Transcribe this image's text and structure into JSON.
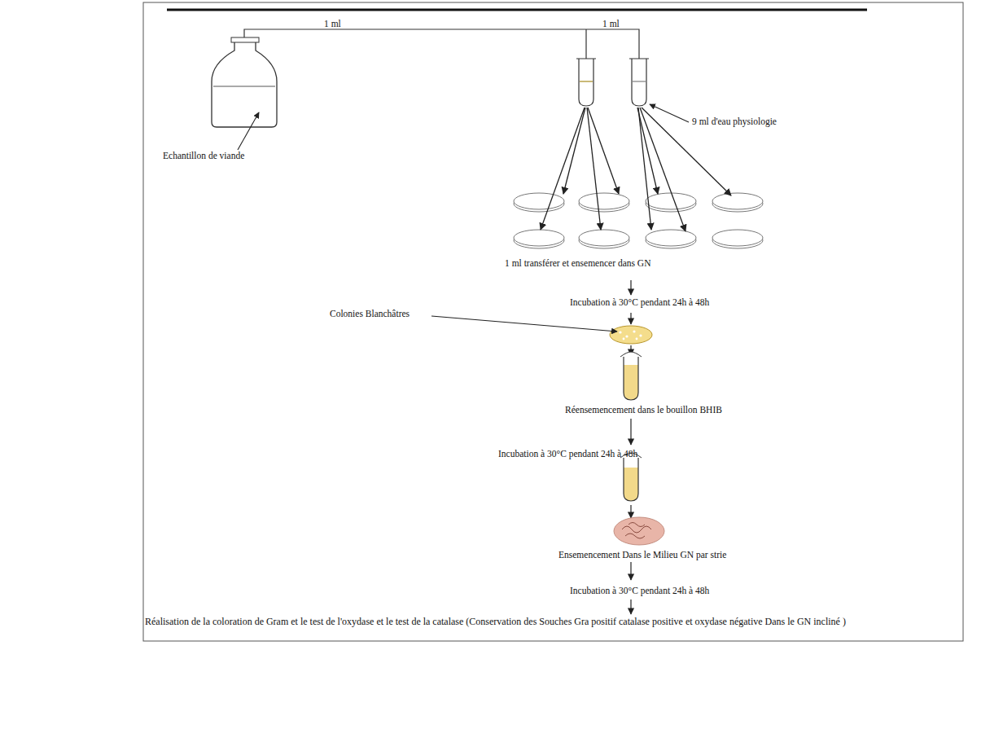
{
  "diagram": {
    "labels": [
      "1 ml",
      "1 ml",
      "Echantillon de viande",
      "9 ml d'eau physiologie",
      "1 ml transférer et ensemencer dans GN",
      "Incubation à 30°C pendant 24h à 48h",
      "Colonies Blanchâtres",
      "Réensemencement dans le bouillon BHIB",
      "Incubation à 30°C pendant 24h à 48h",
      "Ensemencement Dans le Milieu GN par strie",
      "Incubation à 30°C  pendant 24h à 48h",
      "Réalisation de la coloration de Gram et le test de l'oxydase et le test de la catalase (Conservation des Souches Gra positif catalase positive et oxydase négative Dans le GN incliné )"
    ]
  }
}
